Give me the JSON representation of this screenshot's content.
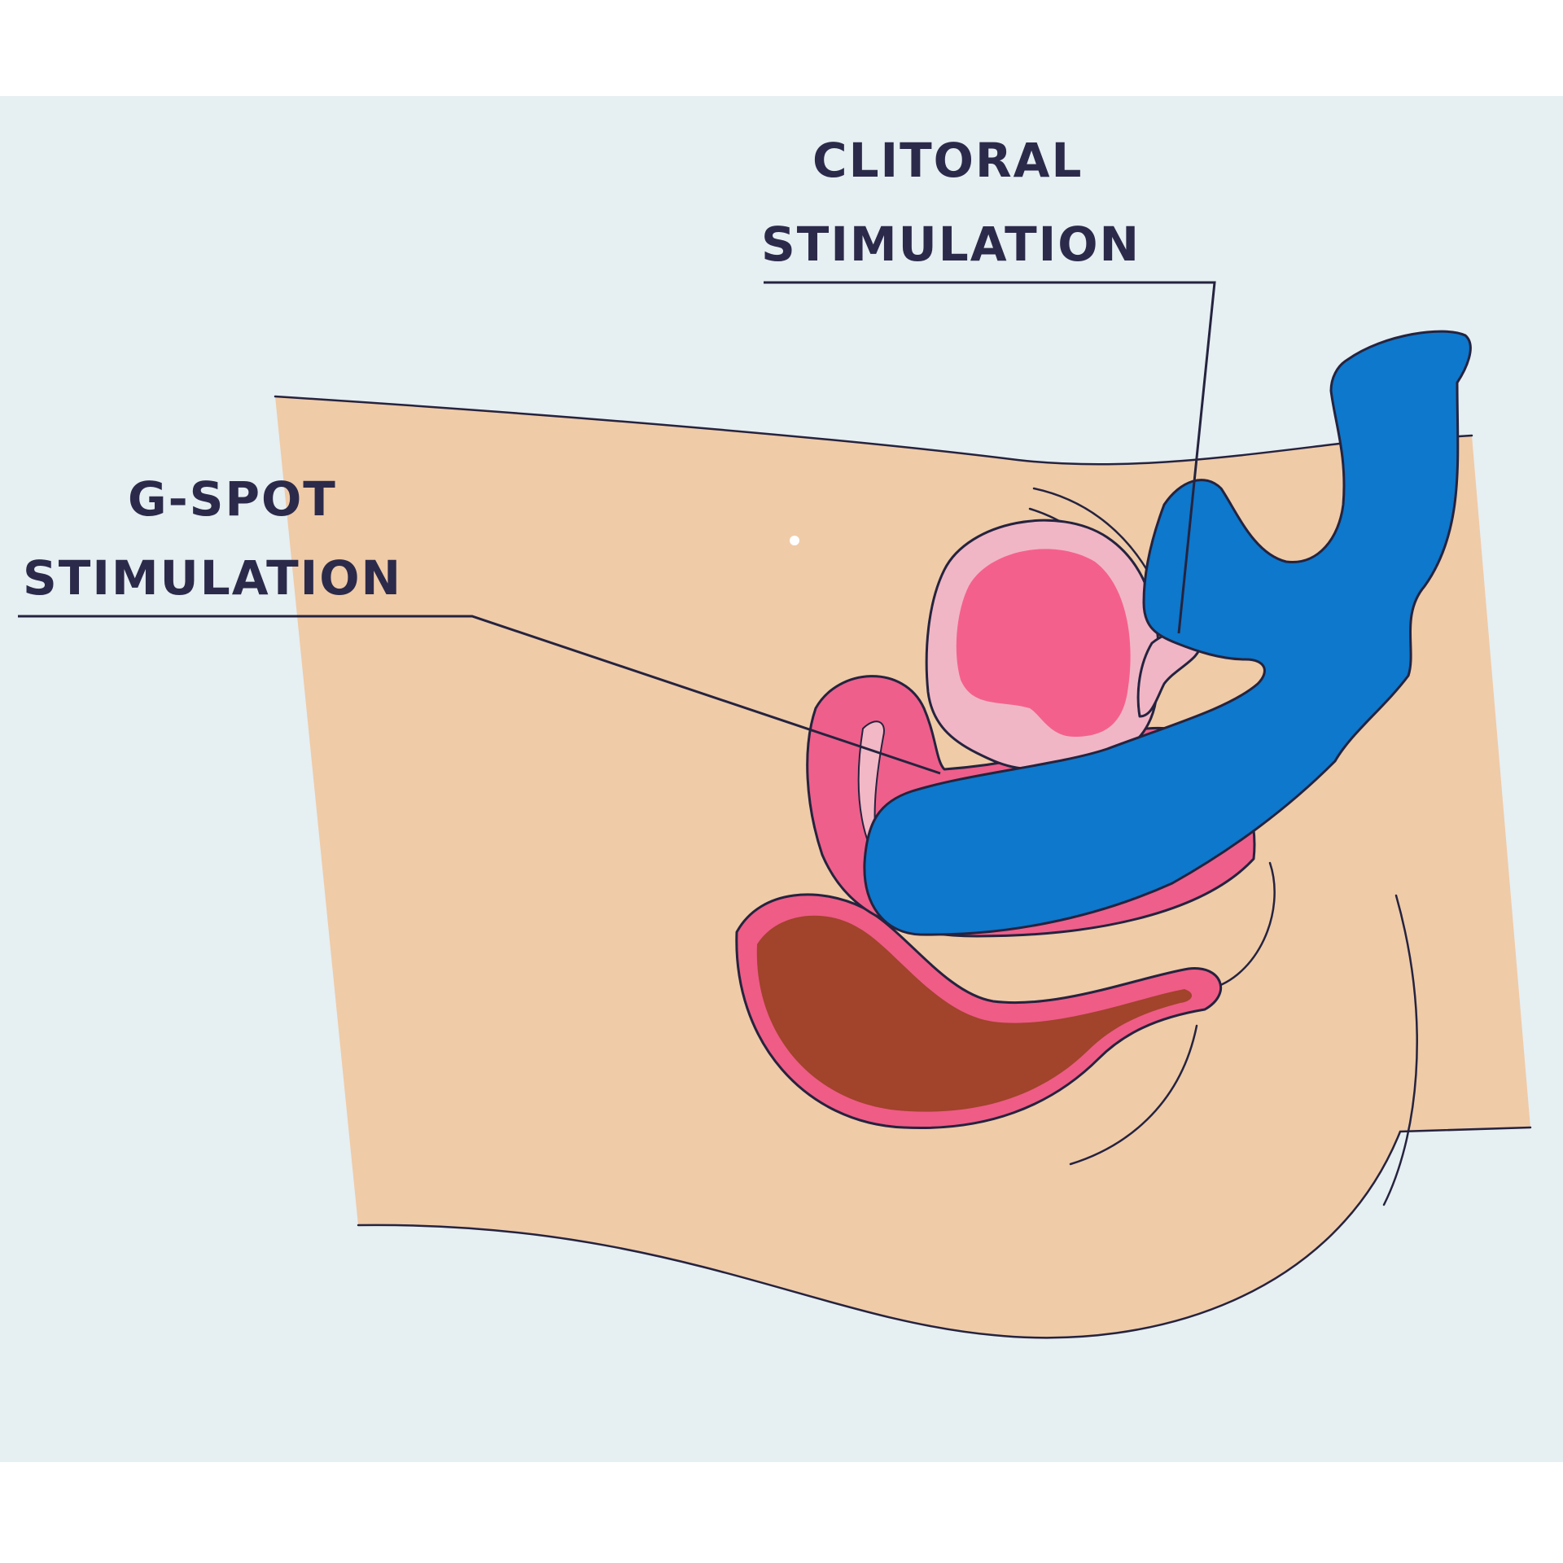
{
  "labels": {
    "clitoral_line1": "CLITORAL",
    "clitoral_line2": "STIMULATION",
    "gspot_line1": "G-SPOT",
    "gspot_line2": "STIMULATION"
  },
  "colors": {
    "background": "#e6eff2",
    "skin": "#efcba8",
    "device": "#0d78cc",
    "bladder_outer": "#f0b6c6",
    "bladder_inner": "#f4608c",
    "tissue_pink": "#ee5f8b",
    "rectum_outer": "#ef5c86",
    "rectum_inner": "#a2432c",
    "ink": "#25233f"
  }
}
